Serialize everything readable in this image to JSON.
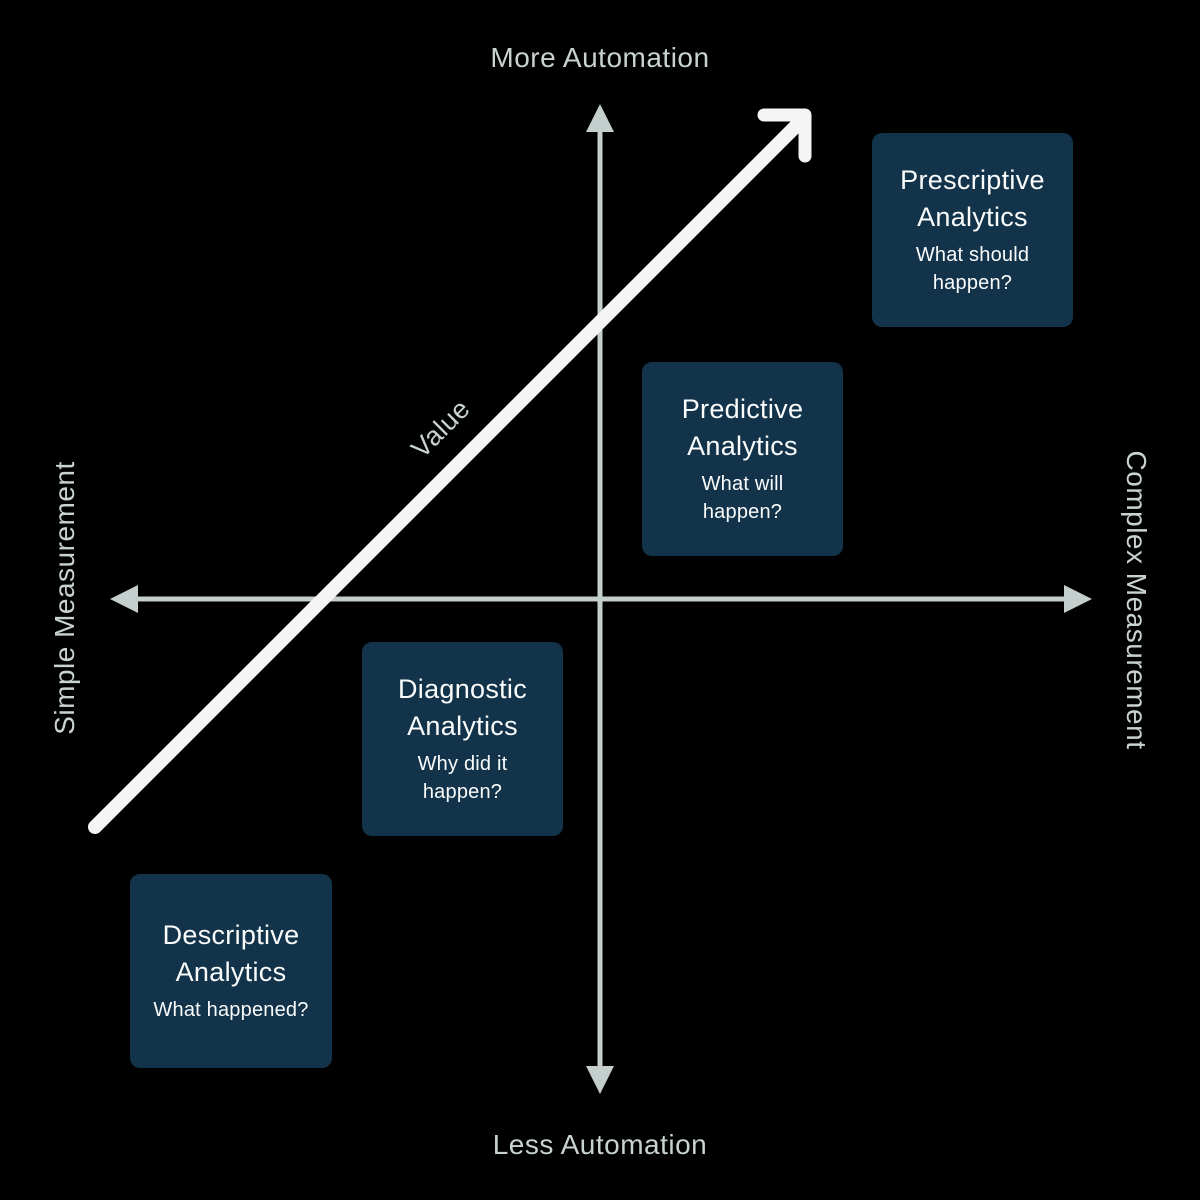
{
  "colors": {
    "background": "#000000",
    "axis": "#c3cecd",
    "axis_text": "#c8d2d0",
    "value_arrow": "#f4f5f4",
    "box_fill": "#123349",
    "box_text": "#fafcfc"
  },
  "axes": {
    "top_label": "More Automation",
    "bottom_label": "Less Automation",
    "left_label": "Simple Measurement",
    "right_label": "Complex Measurement"
  },
  "diagonal": {
    "label": "Value"
  },
  "boxes": [
    {
      "id": "prescriptive-analytics",
      "title": "Prescriptive\nAnalytics",
      "subtitle": "What should\nhappen?"
    },
    {
      "id": "predictive-analytics",
      "title": "Predictive\nAnalytics",
      "subtitle": "What will\nhappen?"
    },
    {
      "id": "diagnostic-analytics",
      "title": "Diagnostic\nAnalytics",
      "subtitle": "Why did it\nhappen?"
    },
    {
      "id": "descriptive-analytics",
      "title": "Descriptive\nAnalytics",
      "subtitle": "What happened?"
    }
  ]
}
